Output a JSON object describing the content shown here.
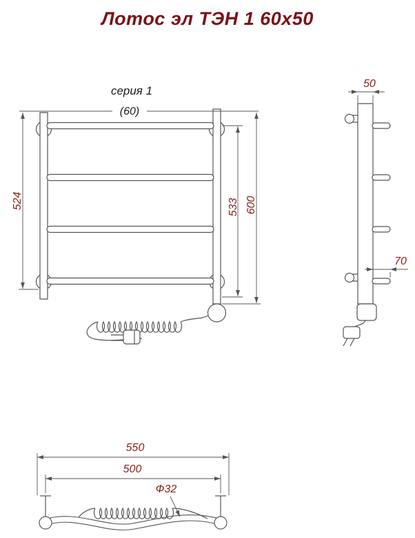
{
  "title": "Лотос эл ТЭН 1 60х50",
  "colors": {
    "title_text": "#7a1216",
    "dimension_text": "#8b1f12",
    "drawing_line": "#555555",
    "background": "#ffffff"
  },
  "front_view": {
    "series_label": "серия 1",
    "top_ref_dim": "(60)",
    "height_dim_left": "524",
    "height_dim_inner": "533",
    "height_dim_outer": "600"
  },
  "side_view": {
    "depth_dim": "50",
    "bracket_offset_dim": "70"
  },
  "bottom_view": {
    "overall_width_dim": "550",
    "center_width_dim": "500",
    "tube_diameter_dim": "Ф32"
  }
}
